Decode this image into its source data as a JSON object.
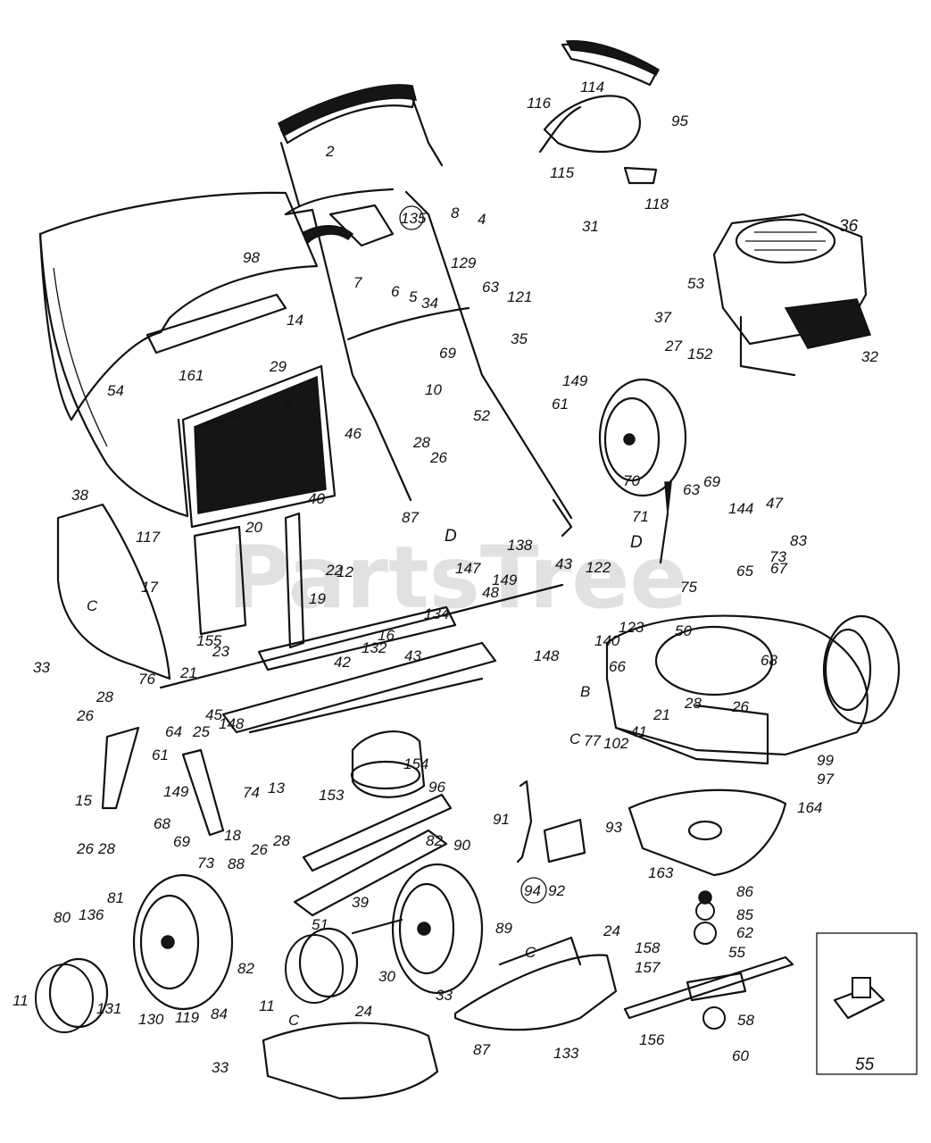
{
  "watermark": "PartsTree",
  "labels": [
    {
      "id": "2",
      "text": "2"
    },
    {
      "id": "4",
      "text": "4"
    },
    {
      "id": "5",
      "text": "5"
    },
    {
      "id": "6",
      "text": "6"
    },
    {
      "id": "7",
      "text": "7"
    },
    {
      "id": "8",
      "text": "8"
    },
    {
      "id": "9",
      "text": "9"
    },
    {
      "id": "10",
      "text": "10"
    },
    {
      "id": "11a",
      "text": "11"
    },
    {
      "id": "11b",
      "text": "11"
    },
    {
      "id": "12",
      "text": "12"
    },
    {
      "id": "13",
      "text": "13"
    },
    {
      "id": "14",
      "text": "14"
    },
    {
      "id": "15",
      "text": "15"
    },
    {
      "id": "16",
      "text": "16"
    },
    {
      "id": "17",
      "text": "17"
    },
    {
      "id": "18",
      "text": "18"
    },
    {
      "id": "19",
      "text": "19"
    },
    {
      "id": "20",
      "text": "20"
    },
    {
      "id": "21a",
      "text": "21"
    },
    {
      "id": "21b",
      "text": "21"
    },
    {
      "id": "22",
      "text": "22"
    },
    {
      "id": "23",
      "text": "23"
    },
    {
      "id": "24a",
      "text": "24"
    },
    {
      "id": "24b",
      "text": "24"
    },
    {
      "id": "25",
      "text": "25"
    },
    {
      "id": "26a",
      "text": "26"
    },
    {
      "id": "26b",
      "text": "26"
    },
    {
      "id": "26c",
      "text": "26"
    },
    {
      "id": "26d",
      "text": "26"
    },
    {
      "id": "26e",
      "text": "26"
    },
    {
      "id": "27",
      "text": "27"
    },
    {
      "id": "28a",
      "text": "28"
    },
    {
      "id": "28b",
      "text": "28"
    },
    {
      "id": "28c",
      "text": "28"
    },
    {
      "id": "28d",
      "text": "28"
    },
    {
      "id": "28e",
      "text": "28"
    },
    {
      "id": "29",
      "text": "29"
    },
    {
      "id": "30",
      "text": "30"
    },
    {
      "id": "31",
      "text": "31"
    },
    {
      "id": "32",
      "text": "32"
    },
    {
      "id": "33a",
      "text": "33"
    },
    {
      "id": "33b",
      "text": "33"
    },
    {
      "id": "33c",
      "text": "33"
    },
    {
      "id": "34",
      "text": "34"
    },
    {
      "id": "35",
      "text": "35"
    },
    {
      "id": "36",
      "text": "36"
    },
    {
      "id": "37",
      "text": "37"
    },
    {
      "id": "38",
      "text": "38"
    },
    {
      "id": "39",
      "text": "39"
    },
    {
      "id": "40",
      "text": "40"
    },
    {
      "id": "41",
      "text": "41"
    },
    {
      "id": "42",
      "text": "42"
    },
    {
      "id": "43a",
      "text": "43"
    },
    {
      "id": "43b",
      "text": "43"
    },
    {
      "id": "45",
      "text": "45"
    },
    {
      "id": "46",
      "text": "46"
    },
    {
      "id": "47",
      "text": "47"
    },
    {
      "id": "48",
      "text": "48"
    },
    {
      "id": "50",
      "text": "50"
    },
    {
      "id": "51",
      "text": "51"
    },
    {
      "id": "52",
      "text": "52"
    },
    {
      "id": "53",
      "text": "53"
    },
    {
      "id": "54",
      "text": "54"
    },
    {
      "id": "55a",
      "text": "55"
    },
    {
      "id": "55b",
      "text": "55"
    },
    {
      "id": "58",
      "text": "58"
    },
    {
      "id": "60",
      "text": "60"
    },
    {
      "id": "61a",
      "text": "61"
    },
    {
      "id": "61b",
      "text": "61"
    },
    {
      "id": "62",
      "text": "62"
    },
    {
      "id": "63a",
      "text": "63"
    },
    {
      "id": "63b",
      "text": "63"
    },
    {
      "id": "64",
      "text": "64"
    },
    {
      "id": "65",
      "text": "65"
    },
    {
      "id": "66",
      "text": "66"
    },
    {
      "id": "67",
      "text": "67"
    },
    {
      "id": "68a",
      "text": "68"
    },
    {
      "id": "68b",
      "text": "68"
    },
    {
      "id": "69a",
      "text": "69"
    },
    {
      "id": "69b",
      "text": "69"
    },
    {
      "id": "69c",
      "text": "69"
    },
    {
      "id": "70",
      "text": "70"
    },
    {
      "id": "71",
      "text": "71"
    },
    {
      "id": "73a",
      "text": "73"
    },
    {
      "id": "73b",
      "text": "73"
    },
    {
      "id": "74",
      "text": "74"
    },
    {
      "id": "75",
      "text": "75"
    },
    {
      "id": "76",
      "text": "76"
    },
    {
      "id": "77",
      "text": "77"
    },
    {
      "id": "80",
      "text": "80"
    },
    {
      "id": "81",
      "text": "81"
    },
    {
      "id": "82a",
      "text": "82"
    },
    {
      "id": "82b",
      "text": "82"
    },
    {
      "id": "83",
      "text": "83"
    },
    {
      "id": "84",
      "text": "84"
    },
    {
      "id": "85",
      "text": "85"
    },
    {
      "id": "86",
      "text": "86"
    },
    {
      "id": "87a",
      "text": "87"
    },
    {
      "id": "87b",
      "text": "87"
    },
    {
      "id": "88",
      "text": "88"
    },
    {
      "id": "89",
      "text": "89"
    },
    {
      "id": "90",
      "text": "90"
    },
    {
      "id": "91",
      "text": "91"
    },
    {
      "id": "92",
      "text": "92"
    },
    {
      "id": "93",
      "text": "93"
    },
    {
      "id": "94",
      "text": "94"
    },
    {
      "id": "95",
      "text": "95"
    },
    {
      "id": "96",
      "text": "96"
    },
    {
      "id": "97",
      "text": "97"
    },
    {
      "id": "98",
      "text": "98"
    },
    {
      "id": "99",
      "text": "99"
    },
    {
      "id": "102",
      "text": "102"
    },
    {
      "id": "114",
      "text": "114"
    },
    {
      "id": "115",
      "text": "115"
    },
    {
      "id": "116",
      "text": "116"
    },
    {
      "id": "117",
      "text": "117"
    },
    {
      "id": "118",
      "text": "118"
    },
    {
      "id": "119",
      "text": "119"
    },
    {
      "id": "121",
      "text": "121"
    },
    {
      "id": "122",
      "text": "122"
    },
    {
      "id": "123",
      "text": "123"
    },
    {
      "id": "129",
      "text": "129"
    },
    {
      "id": "130",
      "text": "130"
    },
    {
      "id": "131",
      "text": "131"
    },
    {
      "id": "132",
      "text": "132"
    },
    {
      "id": "133",
      "text": "133"
    },
    {
      "id": "134",
      "text": "134"
    },
    {
      "id": "135",
      "text": "135"
    },
    {
      "id": "136",
      "text": "136"
    },
    {
      "id": "138",
      "text": "138"
    },
    {
      "id": "140",
      "text": "140"
    },
    {
      "id": "144",
      "text": "144"
    },
    {
      "id": "147",
      "text": "147"
    },
    {
      "id": "148a",
      "text": "148"
    },
    {
      "id": "148b",
      "text": "148"
    },
    {
      "id": "149a",
      "text": "149"
    },
    {
      "id": "149b",
      "text": "149"
    },
    {
      "id": "149c",
      "text": "149"
    },
    {
      "id": "152",
      "text": "152"
    },
    {
      "id": "153",
      "text": "153"
    },
    {
      "id": "154",
      "text": "154"
    },
    {
      "id": "155",
      "text": "155"
    },
    {
      "id": "156",
      "text": "156"
    },
    {
      "id": "157",
      "text": "157"
    },
    {
      "id": "158",
      "text": "158"
    },
    {
      "id": "161",
      "text": "161"
    },
    {
      "id": "163",
      "text": "163"
    },
    {
      "id": "164",
      "text": "164"
    },
    {
      "id": "B",
      "text": "B"
    },
    {
      "id": "Ca",
      "text": "C"
    },
    {
      "id": "Cb",
      "text": "C"
    },
    {
      "id": "Cc",
      "text": "C"
    },
    {
      "id": "Cd",
      "text": "C"
    },
    {
      "id": "Da",
      "text": "D"
    },
    {
      "id": "Db",
      "text": "D"
    }
  ]
}
